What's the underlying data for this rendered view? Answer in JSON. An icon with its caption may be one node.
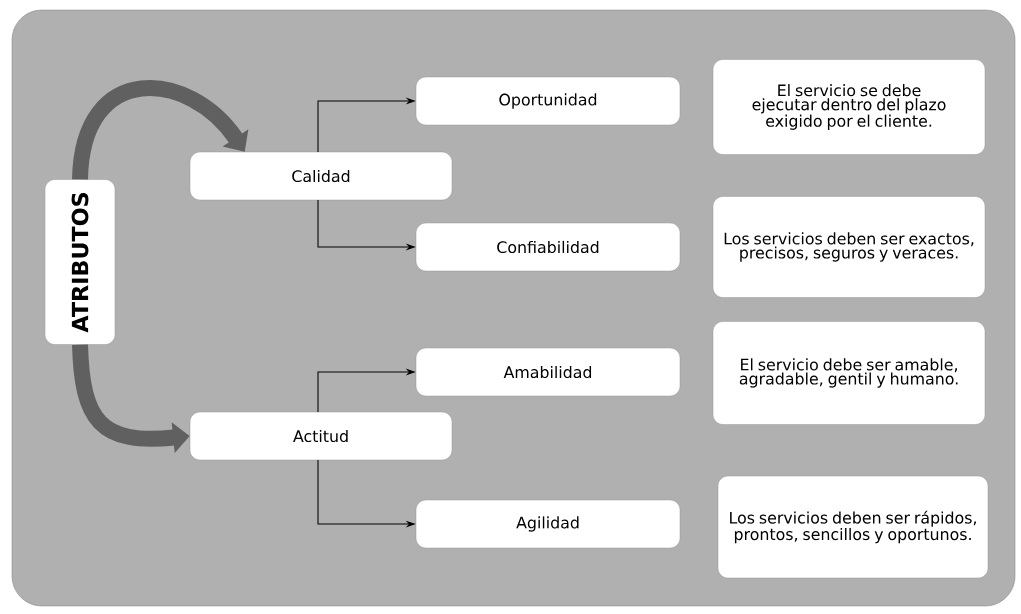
{
  "diagram": {
    "nodes": [
      {
        "text": [
          "ATRIBUTOS"
        ]
      },
      {
        "text": [
          "Calidad"
        ]
      },
      {
        "text": [
          "Oportunidad"
        ]
      },
      {
        "text": [
          "Confiabilidad"
        ]
      },
      {
        "text": [
          "Actitud"
        ]
      },
      {
        "text": [
          "Amabilidad"
        ]
      },
      {
        "text": [
          "Agilidad"
        ]
      },
      {
        "text": [
          "El servicio se debe ejecutar dentro del plazo exigido por el cliente."
        ]
      },
      {
        "text": [
          "Los servicios deben ser exactos, precisos, seguros y veraces."
        ]
      },
      {
        "text": [
          "El servicio debe ser amable, agradable, gentil y humano."
        ]
      },
      {
        "text": [
          "Los servicios deben ser rápidos, prontos, sencillos y oportunos."
        ]
      }
    ],
    "edges": [
      {
        "from": 0,
        "to": 1,
        "arrow": "to",
        "style": "thick",
        "color": "#606060"
      },
      {
        "from": 0,
        "to": 4,
        "arrow": "to",
        "style": "thick",
        "color": "#606060"
      },
      {
        "from": 1,
        "to": 2,
        "arrow": "to"
      },
      {
        "from": 1,
        "to": 3,
        "arrow": "to"
      },
      {
        "from": 4,
        "to": 5,
        "arrow": "to"
      },
      {
        "from": 4,
        "to": 6,
        "arrow": "to"
      }
    ]
  }
}
